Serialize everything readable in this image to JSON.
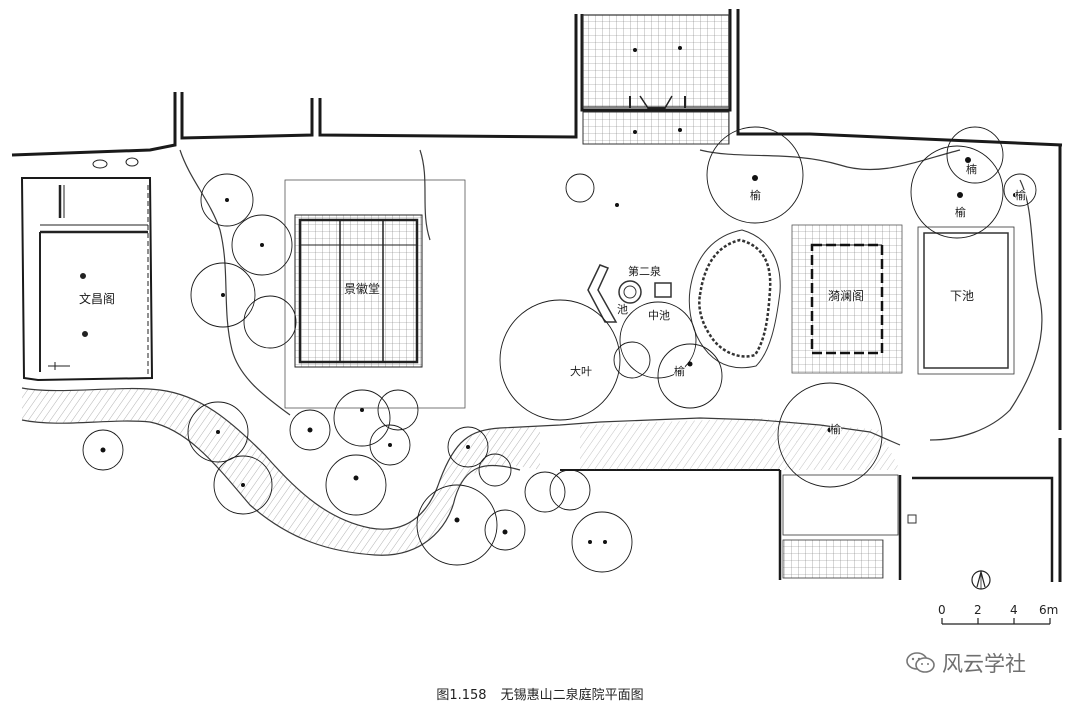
{
  "plan": {
    "rooms": {
      "wenchang_ge": "文昌阁",
      "jingde_tang": "景徽堂",
      "shu_lan_ge": "漪澜阁",
      "di_er_quan": "第二泉",
      "zhong_chi": "中池",
      "xia_chi": "下池",
      "da_ye": "大叶",
      "shang_chi": "池"
    },
    "tree_tags": [
      "榆",
      "楠",
      "榆",
      "榆",
      "榆",
      "榆"
    ],
    "icons": {
      "north_arrow": "north-arrow-icon",
      "wechat": "wechat-icon"
    }
  },
  "scale": {
    "ticks": [
      "0",
      "2",
      "4",
      "6m"
    ]
  },
  "caption": {
    "figure_no": "图1.158",
    "title": "无锡惠山二泉庭院平面图"
  },
  "watermark": {
    "text": "风云学社"
  }
}
